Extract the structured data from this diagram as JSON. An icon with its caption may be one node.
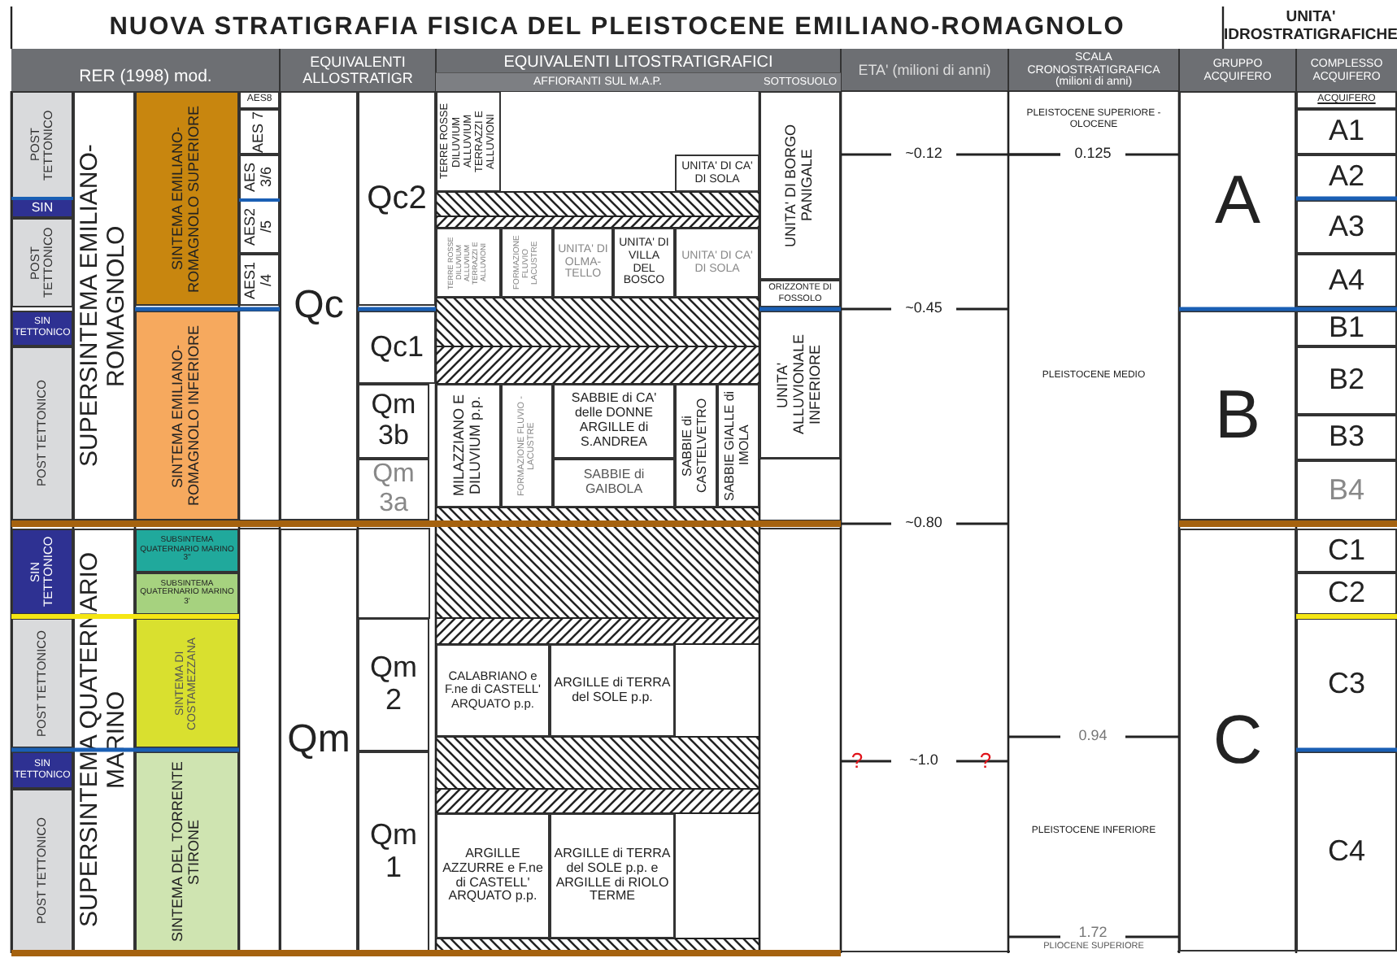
{
  "diagram": {
    "title": "NUOVA STRATIGRAFIA FISICA DEL PLEISTOCENE EMILIANO-ROMAGNOLO",
    "labels": [
      "UNITA' IDROSTRATIGRAFICHE",
      "RER (1998) mod.",
      "EQUIVALENTI ALLOSTRATIGR",
      "EQUIVALENTI LITOSTRATIGRAFICI",
      "AFFIORANTI SUL M.A.P.",
      "SOTTOSUOLO",
      "ETA' (milioni di anni)",
      "SCALA CRONOSTRATIGRAFICA (milioni di anni)",
      "GRUPPO ACQUIFERO",
      "COMPLESSO ACQUIFERO",
      "POST TETTONICO",
      "SIN",
      "POST TETTONICO",
      "SIN TETTONICO",
      "POST TETTONICO",
      "SIN TETTONICO",
      "POST TETTONICO",
      "SIN TETTONICO",
      "POST TETTONICO",
      "SUPERSINTEMA EMILIANO-ROMAGNOLO",
      "SUPERSINTEMA QUATERNARIO MARINO",
      "SINTEMA EMILIANO-ROMAGNOLO SUPERIORE",
      "SINTEMA EMILIANO-ROMAGNOLO INFERIORE",
      "SUBSINTEMA QUATERNARIO MARINO 3\"",
      "SUBSINTEMA QUATERNARIO MARINO 3'",
      "SINTEMA DI COSTAMEZZANA",
      "SINTEMA DEL TORRENTE STIRONE",
      "AES8",
      "AES 7",
      "AES 3/6",
      "AES2 /5",
      "AES1 /4",
      "Qc",
      "Qm",
      "Qc2",
      "Qc1",
      "Qm 3b",
      "Qm 3a",
      "Qm 2",
      "Qm 1",
      "TERRE ROSSE DILUVIUM ALLUVIUM TERRAZZI E ALLUVIONI",
      "UNITA' DI CA' DI SOLA",
      "TERRE ROSSE DILUVIUM ALLUVIUM TERRAZZI E ALLUVIONI",
      "FORMAZIONE FLUVIO LACUSTRE",
      "UNITA' DI OLMA-TELLO",
      "UNITA' DI VILLA DEL BOSCO",
      "UNITA' DI CA' DI SOLA",
      "MILAZZIANO E DILUVIUM p.p.",
      "FORMAZIONE FLUVIO - LACUSTRE",
      "SABBIE di CA' delle DONNE ARGILLE di S.ANDREA",
      "SABBIE di GAIBOLA",
      "SABBIE di CASTELVETRO",
      "SABBIE GIALLE di IMOLA",
      "CALABRIANO e F.ne di CASTELL' ARQUATO p.p.",
      "ARGILLE di TERRA del SOLE p.p.",
      "ARGILLE AZZURRE e F.ne di CASTELL' ARQUATO p.p.",
      "ARGILLE di TERRA del SOLE p.p. e ARGILLE di RIOLO TERME",
      "UNITA' DI BORGO PANIGALE",
      "ORIZZONTE DI FOSSOLO",
      "UNITA' ALLUVIONALE INFERIORE",
      "~0.12",
      "~0.45",
      "~0.80",
      "?",
      "~1.0",
      "?",
      "PLEISTOCENE SUPERIORE - OLOCENE",
      "0.125",
      "PLEISTOCENE MEDIO",
      "0.94",
      "PLEISTOCENE INFERIORE",
      "1.72",
      "PLIOCENE SUPERIORE",
      "A",
      "B",
      "C",
      "ACQUIFERO",
      "A1",
      "A2",
      "A3",
      "A4",
      "B1",
      "B2",
      "B3",
      "B4",
      "C1",
      "C2",
      "C3",
      "C4"
    ]
  }
}
